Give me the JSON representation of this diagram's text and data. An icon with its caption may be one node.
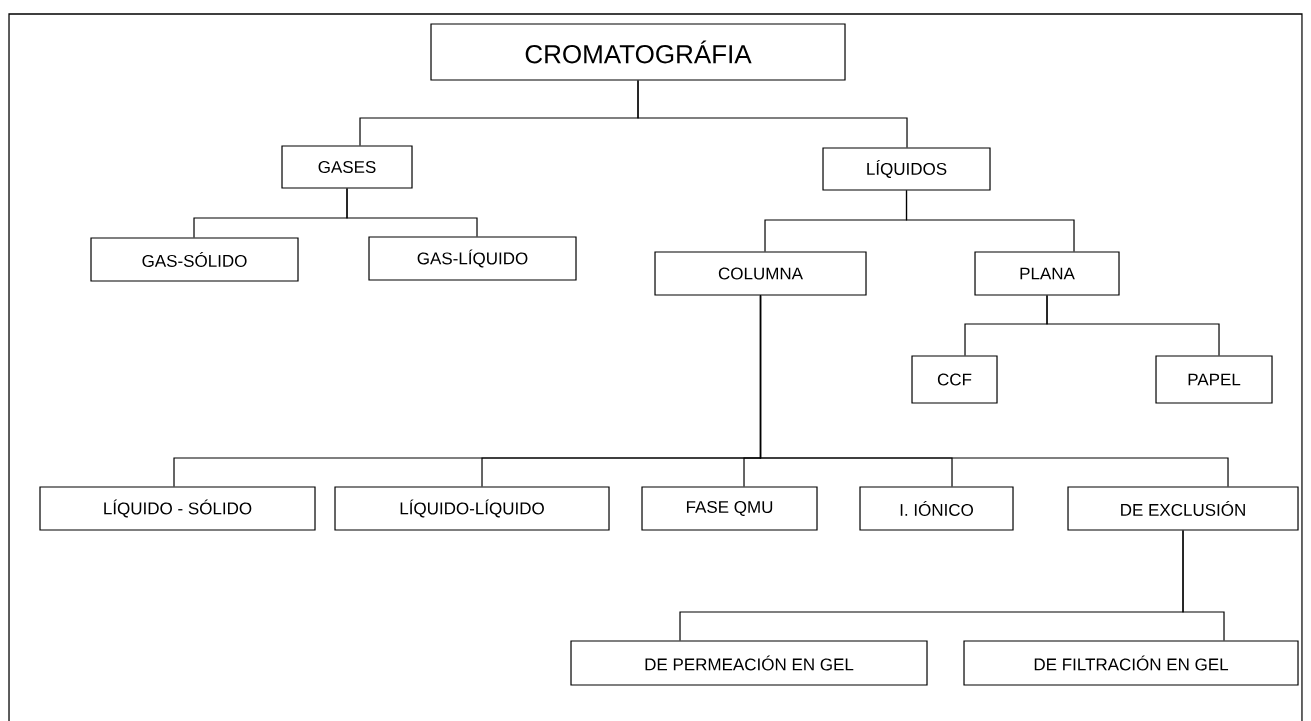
{
  "diagram": {
    "nodes": [
      {
        "text": [
          "CROMATOGRÁFIA"
        ]
      },
      {
        "text": [
          "GASES"
        ]
      },
      {
        "text": [
          "LÍQUIDOS"
        ]
      },
      {
        "text": [
          "GAS-SÓLIDO"
        ]
      },
      {
        "text": [
          "GAS-LÍQUIDO"
        ]
      },
      {
        "text": [
          "COLUMNA"
        ]
      },
      {
        "text": [
          "PLANA"
        ]
      },
      {
        "text": [
          "CCF"
        ]
      },
      {
        "text": [
          "PAPEL"
        ]
      },
      {
        "text": [
          "LÍQUIDO - SÓLIDO"
        ]
      },
      {
        "text": [
          "LÍQUIDO-LÍQUIDO"
        ]
      },
      {
        "text": [
          "FASE QMU"
        ]
      },
      {
        "text": [
          "I. IÓNICO"
        ]
      },
      {
        "text": [
          "DE EXCLUSIÓN"
        ]
      },
      {
        "text": [
          "DE PERMEACIÓN EN GEL"
        ]
      },
      {
        "text": [
          "DE FILTRACIÓN EN GEL"
        ]
      }
    ],
    "edges": [
      {
        "from": 0,
        "to": 1,
        "arrow": "none"
      },
      {
        "from": 0,
        "to": 2,
        "arrow": "none"
      },
      {
        "from": 1,
        "to": 3,
        "arrow": "none"
      },
      {
        "from": 1,
        "to": 4,
        "arrow": "none"
      },
      {
        "from": 2,
        "to": 5,
        "arrow": "none"
      },
      {
        "from": 2,
        "to": 6,
        "arrow": "none"
      },
      {
        "from": 6,
        "to": 7,
        "arrow": "none"
      },
      {
        "from": 6,
        "to": 8,
        "arrow": "none"
      },
      {
        "from": 5,
        "to": 9,
        "arrow": "none"
      },
      {
        "from": 5,
        "to": 10,
        "arrow": "none"
      },
      {
        "from": 5,
        "to": 11,
        "arrow": "none"
      },
      {
        "from": 5,
        "to": 12,
        "arrow": "none"
      },
      {
        "from": 5,
        "to": 13,
        "arrow": "none"
      },
      {
        "from": 13,
        "to": 14,
        "arrow": "none"
      },
      {
        "from": 13,
        "to": 15,
        "arrow": "none"
      }
    ]
  }
}
